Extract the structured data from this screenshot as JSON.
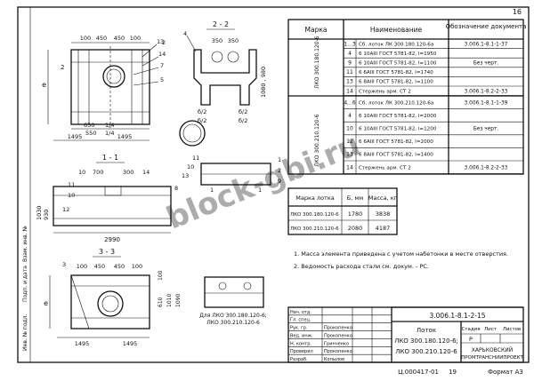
{
  "sheet": {
    "page_number": "16",
    "format": "Формат А3",
    "inventory_no": "Ц.000417-01",
    "inventory_page": "19",
    "watermark": "block-gbi.ru",
    "side_labels": [
      "Подп. и дата",
      "Инв. № подл.",
      "Взам. инв. №"
    ]
  },
  "views": {
    "plan": {
      "dims_top": [
        "100",
        "450",
        "450",
        "100"
      ],
      "dims_bottom_a": [
        "650",
        "1/4"
      ],
      "dims_bottom_b": [
        "550",
        "1/4"
      ],
      "dims_total": [
        "1495",
        "1495"
      ],
      "left_dim": "е",
      "callout": "2",
      "leaders": [
        "13",
        "14",
        "7",
        "5"
      ]
    },
    "section22": {
      "title": "2 - 2",
      "dims": [
        "350",
        "350"
      ],
      "labels": [
        "б/2",
        "б/2",
        "б/2",
        "б/2"
      ],
      "height": "1080 , 980",
      "leaders": [
        "4",
        "2"
      ]
    },
    "section11": {
      "title": "1 - 1",
      "dims_top": [
        "10",
        "700",
        "300",
        "14"
      ],
      "leaders": [
        "11",
        "10",
        "12",
        "8"
      ],
      "heights": [
        "1030",
        "930"
      ],
      "total": "2990"
    },
    "view": {
      "leaders": [
        "11",
        "10",
        "13",
        "1",
        "2",
        "9"
      ],
      "marks": [
        "1",
        "1"
      ]
    },
    "section33": {
      "title": "3 - 3",
      "dims_top": [
        "100",
        "450",
        "450",
        "100"
      ],
      "dims_total": [
        "1495",
        "1495"
      ],
      "side_dims": [
        "100",
        "610",
        "1010",
        "1090"
      ],
      "left_dim": "е",
      "leaders": [
        "3"
      ]
    },
    "detail": {
      "label": "Для ЛКО 300.180.120-6;",
      "label2": "ЛКО 300.210.120-6"
    }
  },
  "spec_table": {
    "headers": [
      "Марка",
      "Наименование",
      "Обозначение документа"
    ],
    "groups": [
      {
        "mark": "ЛКО 300.180.120-6",
        "rows": [
          {
            "pos": "1...3",
            "name": "Сб. лоток ЛК 300.180.120-6а",
            "doc": "3.006.1-8.1-1-37"
          },
          {
            "pos": "4",
            "name": "6 10АIII ГОСТ 5781-82, l=1950",
            "doc": ""
          },
          {
            "pos": "9",
            "name": "6 10АIII ГОСТ 5781-82, l=1100",
            "doc": "Без черт."
          },
          {
            "pos": "11",
            "name": "6 6АIII ГОСТ 5781-82, l=1740",
            "doc": ""
          },
          {
            "pos": "13",
            "name": "6 8АIII ГОСТ 5781-82, l=1100",
            "doc": ""
          },
          {
            "pos": "14",
            "name": "Стержень арм. СТ 2",
            "doc": "3.006.1-8.2-2-33"
          }
        ]
      },
      {
        "mark": "ЛКО 300.210.120-6",
        "rows": [
          {
            "pos": "4...6",
            "name": "Сб. лоток ЛК 300.210.120-6а",
            "doc": "3.006.1-8.1-1-39"
          },
          {
            "pos": "4",
            "name": "6 10АIII ГОСТ 5781-82, l=2000",
            "doc": ""
          },
          {
            "pos": "10",
            "name": "6 10АIII ГОСТ 5781-82, l=1200",
            "doc": "Без черт."
          },
          {
            "pos": "12",
            "name": "6 6АIII ГОСТ 5781-82, l=2000",
            "doc": ""
          },
          {
            "pos": "13",
            "name": "6 8АIII ГОСТ 5781-82, l=1400",
            "doc": ""
          },
          {
            "pos": "14",
            "name": "Стержень арм. СТ 2",
            "doc": "3.006.1-8.2-2-33"
          }
        ]
      }
    ]
  },
  "mass_table": {
    "headers": [
      "Марка лотка",
      "Б, мм",
      "Масса, кг"
    ],
    "rows": [
      [
        "ЛКО 300.180.120-6",
        "1780",
        "3838"
      ],
      [
        "ЛКО 300.210.120-6",
        "2080",
        "4187"
      ]
    ]
  },
  "notes": [
    "1. Масса элемента приведена с учетом набетонки в месте отверстия.",
    "2. Ведомость расхода стали см. докум. - РС."
  ],
  "title_block": {
    "code": "3.006.1-8.1-2-15",
    "title_lines": [
      "Лоток",
      "ЛКО 300.180.120-6;",
      "ЛКО 300.210.120-6"
    ],
    "stage_headers": [
      "Стадия",
      "Лист",
      "Листов"
    ],
    "stage_values": [
      "Р",
      "",
      ""
    ],
    "org_lines": [
      "ХАРЬКОВСКИЙ",
      "ПРОМТРАНСНИИПРОЕКТ"
    ],
    "roles": [
      "Нач. отд.",
      "Гл. спец.",
      "Рук. гр.",
      "Вед. инж.",
      "Н. контр.",
      "Проверил",
      "Разраб."
    ],
    "names": [
      "",
      "",
      "Прокопенко",
      "Прокопенко",
      "Гринченко",
      "Прокопенко",
      "Копылов"
    ]
  }
}
